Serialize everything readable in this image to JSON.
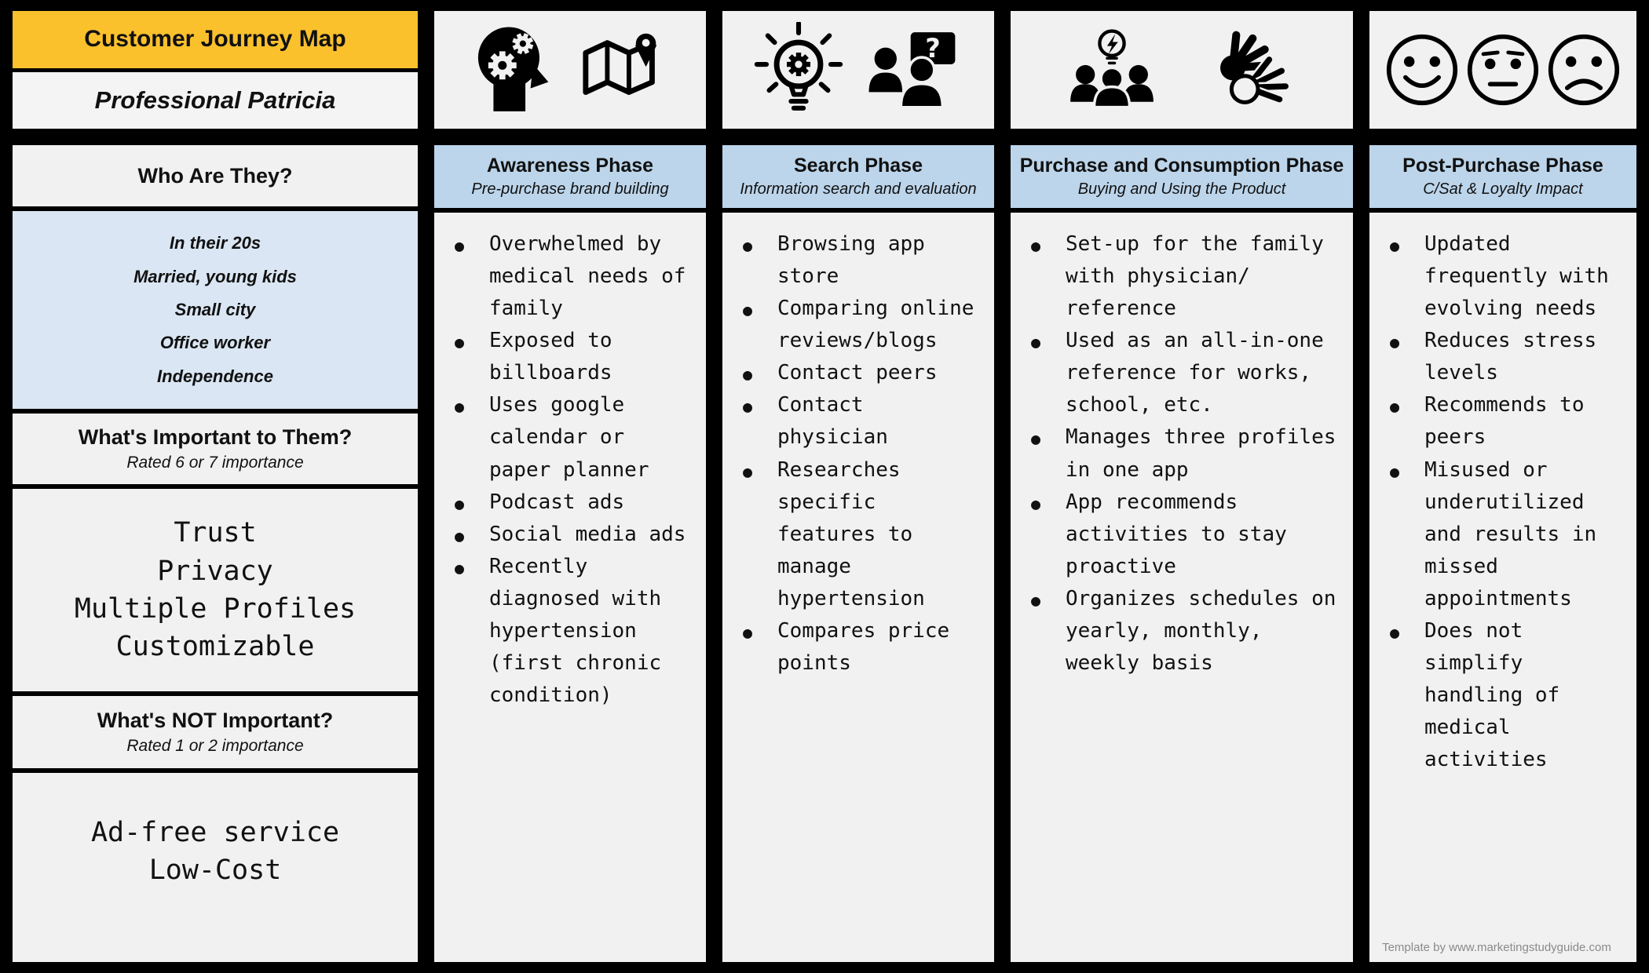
{
  "persona_panel": {
    "title": "Customer Journey Map",
    "persona_name": "Professional Patricia",
    "who_header": "Who Are They?",
    "who_items": [
      "In their 20s",
      "Married, young kids",
      "Small city",
      "Office worker",
      "Independence"
    ],
    "important_header": "What's Important to Them?",
    "important_sub": "Rated 6 or 7 importance",
    "important_items": [
      "Trust",
      "Privacy",
      "Multiple Profiles",
      "Customizable"
    ],
    "not_important_header": "What's NOT Important?",
    "not_important_sub": "Rated 1 or 2 importance",
    "not_important_items": [
      "Ad-free service",
      "Low-Cost"
    ]
  },
  "phases": [
    {
      "title": "Awareness Phase",
      "subtitle": "Pre-purchase brand building",
      "icons": [
        "head-with-gears-icon",
        "folded-map-pin-icon"
      ],
      "bullets": [
        "Overwhelmed by medical needs of family",
        "Exposed to billboards",
        "Uses google calendar or paper planner",
        "Podcast ads",
        "Social media ads",
        "Recently diagnosed with hypertension (first chronic condition)"
      ]
    },
    {
      "title": "Search Phase",
      "subtitle": "Information search and evaluation",
      "icons": [
        "lightbulb-gear-icon",
        "people-question-icon"
      ],
      "bullets": [
        "Browsing app store",
        "Comparing online reviews/blogs",
        "Contact peers",
        "Contact physician",
        "Researches specific features to manage hypertension",
        "Compares price points"
      ]
    },
    {
      "title": "Purchase and Consumption Phase",
      "subtitle": "Buying and Using the Product",
      "icons": [
        "group-idea-icon",
        "sign-language-hands-icon"
      ],
      "bullets": [
        "Set-up for the family with physician/ reference",
        "Used as an all-in-one reference for works, school, etc.",
        "Manages three profiles in one app",
        "App recommends activities to stay proactive",
        "Organizes schedules on yearly, monthly, weekly basis"
      ]
    },
    {
      "title": "Post-Purchase Phase",
      "subtitle": "C/Sat & Loyalty Impact",
      "icons": [
        "happy-face-icon",
        "neutral-face-icon",
        "sad-face-icon"
      ],
      "bullets": [
        "Updated frequently with evolving needs",
        "Reduces stress levels",
        "Recommends to peers",
        "Misused or underutilized and results in missed appointments",
        "Does not simplify handling of medical activities"
      ]
    }
  ],
  "footer": "Template by www.marketingstudyguide.com",
  "colors": {
    "background": "#000000",
    "cell_gray": "#f1f1f1",
    "accent_yellow": "#fbc12d",
    "phase_header_blue": "#bcd5eb",
    "persona_blue": "#dae6f3",
    "footer_gray": "#8a8a8a"
  }
}
